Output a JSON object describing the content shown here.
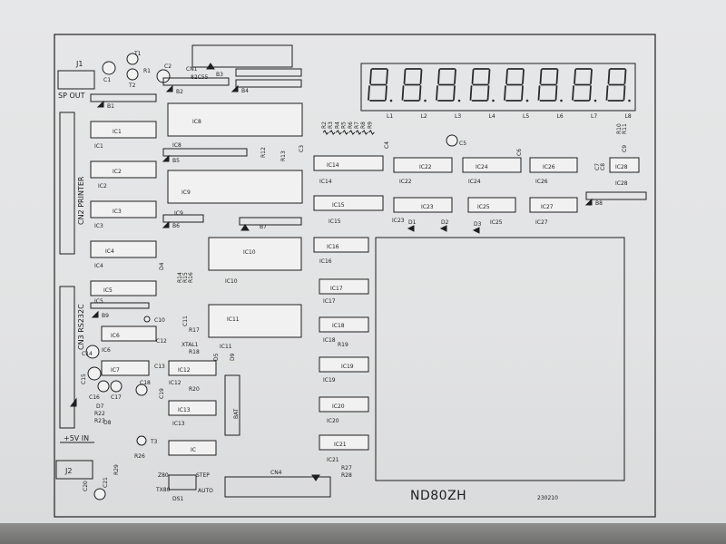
{
  "board": {
    "title": "ND80ZH",
    "date_code": "230210"
  },
  "ics": [
    {
      "label": "IC1",
      "ref": "IC1"
    },
    {
      "label": "IC2",
      "ref": "IC2"
    },
    {
      "label": "IC3",
      "ref": "IC3"
    },
    {
      "label": "IC4",
      "ref": "IC4"
    },
    {
      "label": "IC5",
      "ref": "IC5"
    },
    {
      "label": "IC6",
      "ref": "IC6"
    },
    {
      "label": "IC7",
      "ref": ""
    },
    {
      "label": "IC8",
      "ref": "IC8"
    },
    {
      "label": "IC9",
      "ref": "IC9"
    },
    {
      "label": "IC10",
      "ref": "IC10"
    },
    {
      "label": "IC11",
      "ref": "IC11"
    },
    {
      "label": "IC12",
      "ref": "IC12"
    },
    {
      "label": "IC13",
      "ref": "IC13"
    },
    {
      "label": "IC",
      "ref": ""
    },
    {
      "label": "IC14",
      "ref": "IC14"
    },
    {
      "label": "IC15",
      "ref": "IC15"
    },
    {
      "label": "IC16",
      "ref": "IC16"
    },
    {
      "label": "IC17",
      "ref": "IC17"
    },
    {
      "label": "IC18",
      "ref": "IC18"
    },
    {
      "label": "IC19",
      "ref": "IC19"
    },
    {
      "label": "IC20",
      "ref": "IC20"
    },
    {
      "label": "IC21",
      "ref": "IC21"
    },
    {
      "label": "IC22",
      "ref": "IC22"
    },
    {
      "label": "IC23",
      "ref": "IC23"
    },
    {
      "label": "IC24",
      "ref": "IC24"
    },
    {
      "label": "IC25",
      "ref": "IC25"
    },
    {
      "label": "IC26",
      "ref": "IC26"
    },
    {
      "label": "IC27",
      "ref": "IC27"
    },
    {
      "label": "IC28",
      "ref": "IC28"
    }
  ],
  "buses": [
    "B1",
    "B2",
    "B3",
    "B4",
    "B5",
    "B6",
    "B7",
    "B8",
    "B9"
  ],
  "displays": [
    "L1",
    "L2",
    "L3",
    "L4",
    "L5",
    "L6",
    "L7",
    "L8"
  ],
  "connectors": {
    "j1": "J1",
    "sp_out": "SP OUT",
    "cn1": "CN1",
    "cn1_sub": "82C55",
    "cn2": "CN2 PRINTER",
    "cn3": "CN3 RS232C",
    "cn4": "CN4",
    "j2": "J2",
    "power": "+5V IN",
    "battery": "BAT",
    "ds1": "DS1"
  },
  "switch_labels": {
    "z80": "Z80",
    "tx80": "TX80",
    "step": "STEP",
    "auto": "AUTO"
  },
  "parts": {
    "t1": "T1",
    "t2": "T2",
    "t3": "T3",
    "c1": "C1",
    "c2": "C2",
    "c3": "C3",
    "c4": "C4",
    "c5": "C5",
    "c6": "C6",
    "c7": "C7",
    "c8": "C8",
    "c9": "C9",
    "c10": "C10",
    "c11": "C11",
    "c12": "C12",
    "c13": "C13",
    "c14": "C14",
    "c15": "C15",
    "c16": "C16",
    "c17": "C17",
    "c18": "C18",
    "c19": "C19",
    "c20": "C20",
    "c21": "C21",
    "r1": "R1",
    "r10": "R10",
    "r11": "R11",
    "r12": "R12",
    "r13": "R13",
    "r14": "R14",
    "r15": "R15",
    "r16": "R16",
    "r17": "R17",
    "r18": "R18",
    "r19": "R19",
    "r20": "R20",
    "r22": "R22",
    "r23": "R23",
    "r26": "R26",
    "r27": "R27",
    "r28": "R28",
    "r29": "R29",
    "r_array": [
      "R2",
      "R3",
      "R4",
      "R5",
      "R6",
      "R7",
      "R8",
      "R9"
    ],
    "d1": "D1",
    "d2": "D2",
    "d3": "D3",
    "d4": "D4",
    "d5": "D5",
    "d7": "D7",
    "d8": "D8",
    "d9": "D9",
    "xtal": "XTAL1"
  }
}
